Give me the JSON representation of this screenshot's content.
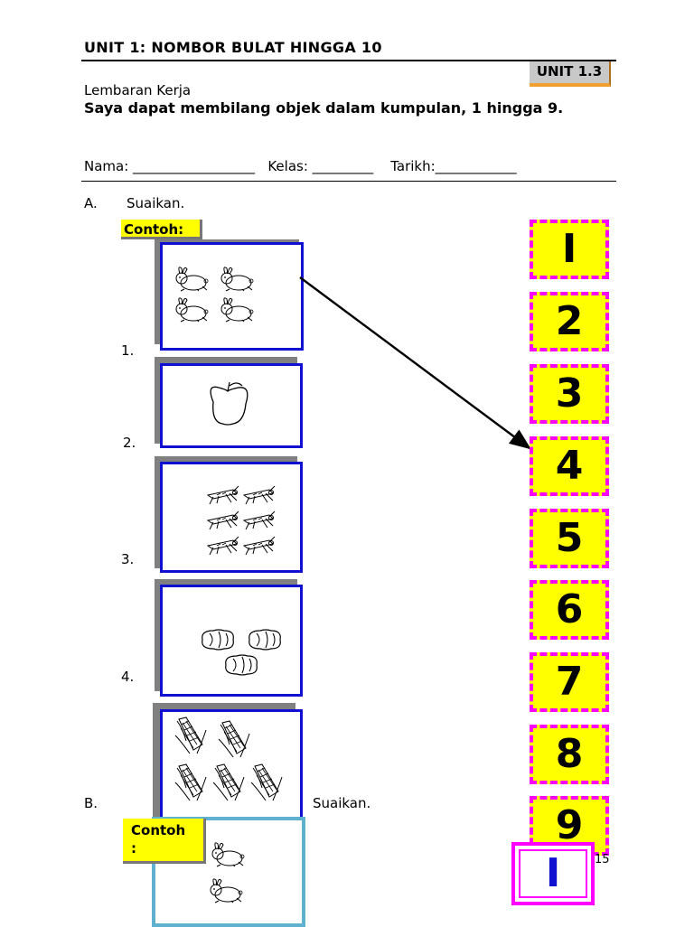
{
  "header": {
    "title": "UNIT 1: NOMBOR BULAT HINGGA 10",
    "unit_badge": "UNIT 1.3"
  },
  "worksheet_label": "Lembaran Kerja",
  "objective": "Saya dapat membilang objek dalam kumpulan, 1 hingga 9.",
  "fields": {
    "line": "Nama: __________________   Kelas: _________    Tarikh:____________"
  },
  "section_a": {
    "letter": "A.",
    "instruction": "Suaikan.",
    "example_label": "Contoh:",
    "items": [
      {
        "number": "1."
      },
      {
        "number": "2."
      },
      {
        "number": "3."
      },
      {
        "number": "4."
      }
    ]
  },
  "number_boxes": [
    "I",
    "2",
    "3",
    "4",
    "5",
    "6",
    "7",
    "8",
    "9"
  ],
  "section_b": {
    "letter": "B.",
    "instruction": "Suaikan.",
    "example_label_line1": "Contoh",
    "example_label_line2": ":",
    "big_number": "I"
  },
  "page_number": "15",
  "icons": {
    "example_a": "rabbit-icon",
    "q1": "apple-icon",
    "q2": "grasshopper-icon",
    "q3": "peanut-icon",
    "q4": "corn-icon",
    "example_b": "rabbit-icon"
  }
}
